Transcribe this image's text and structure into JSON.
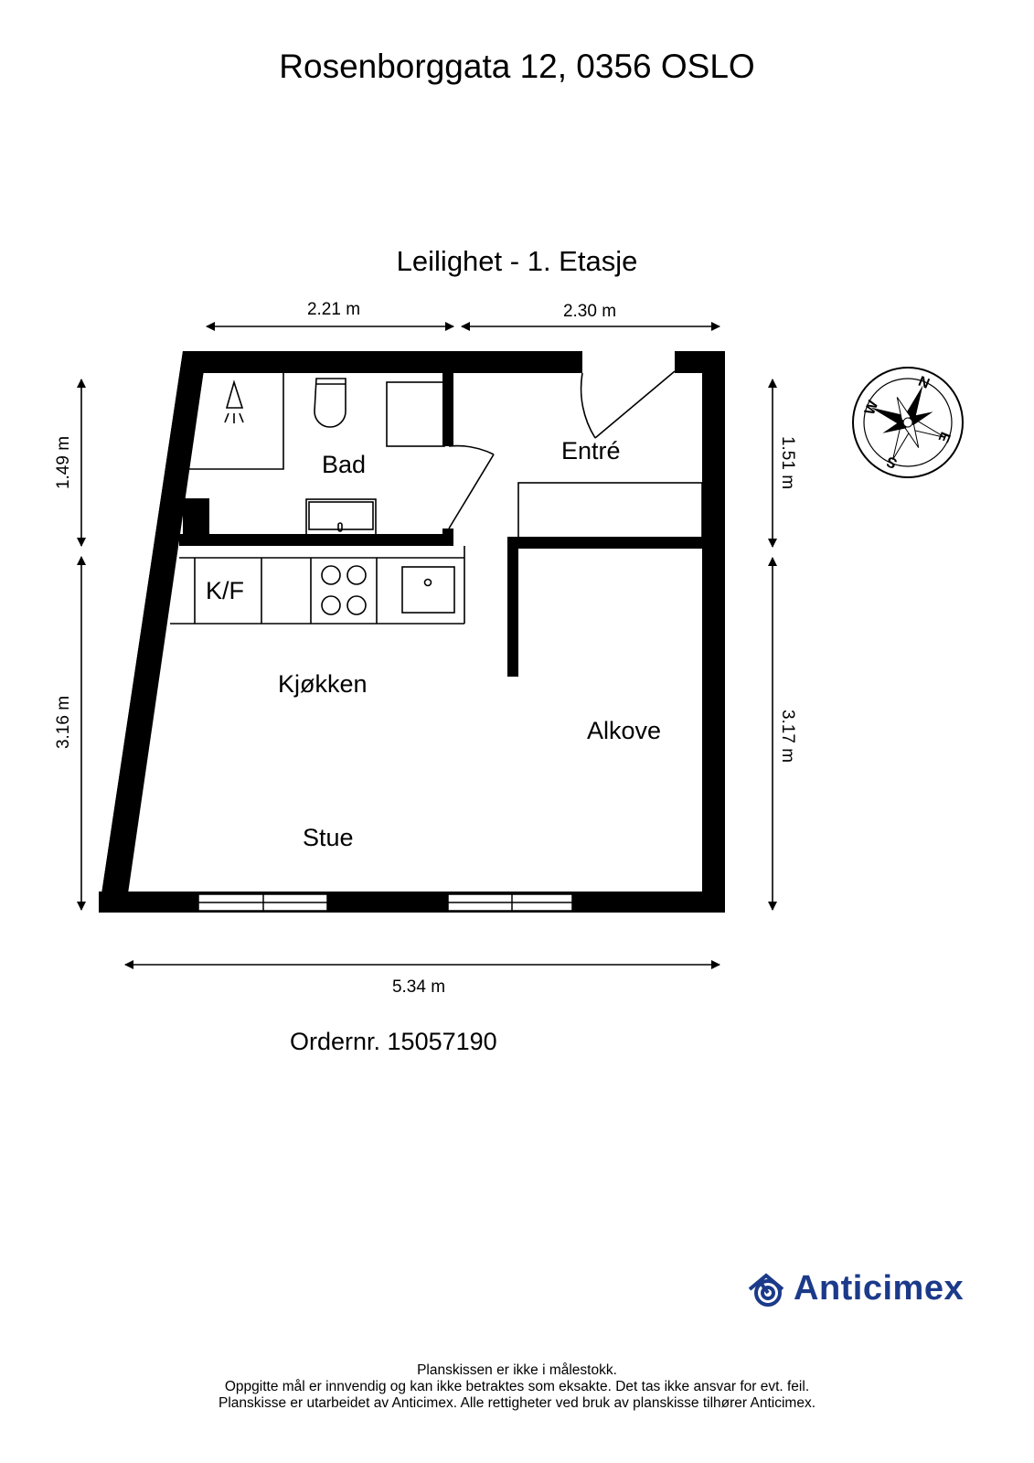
{
  "header": {
    "address": "Rosenborggata 12, 0356 OSLO",
    "floor_title": "Leilighet - 1. Etasje"
  },
  "plan": {
    "rooms": {
      "bad": "Bad",
      "entre": "Entré",
      "kf": "K/F",
      "kjokken": "Kjøkken",
      "alkove": "Alkove",
      "stue": "Stue"
    },
    "dimensions": {
      "top_left": "2.21 m",
      "top_right": "2.30 m",
      "left_upper": "1.49 m",
      "left_lower": "3.16 m",
      "right_upper": "1.51 m",
      "right_lower": "3.17 m",
      "bottom": "5.34 m"
    },
    "compass": {
      "n": "N",
      "e": "E",
      "s": "S",
      "w": "W"
    }
  },
  "order": "Ordernr. 15057190",
  "logo": {
    "text": "Anticimex",
    "color": "#1b3a8a"
  },
  "footer": {
    "line1": "Planskissen er ikke i målestokk.",
    "line2": "Oppgitte mål er innvendig og kan ikke betraktes som eksakte. Det tas ikke ansvar for evt. feil.",
    "line3": "Planskisse er utarbeidet av Anticimex. Alle rettigheter ved bruk av planskisse tilhører Anticimex."
  }
}
